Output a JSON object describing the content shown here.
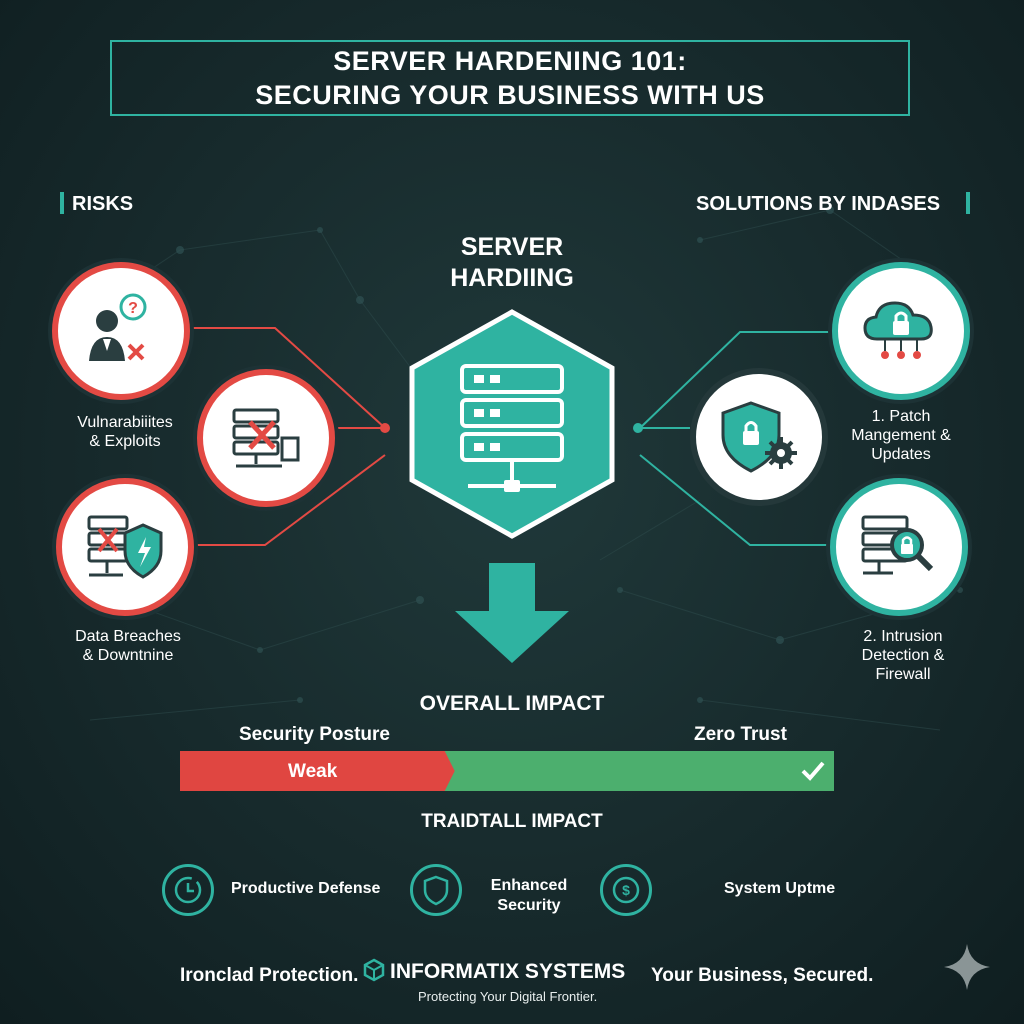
{
  "header": {
    "title_line1": "SERVER HARDENING 101:",
    "title_line2": "SECURING YOUR BUSINESS WITH US"
  },
  "risks": {
    "label": "RISKS",
    "items": [
      {
        "icon": "user-question-icon"
      },
      {
        "icon": "server-error-icon"
      },
      {
        "icon": "server-shield-icon"
      }
    ],
    "caption1_line1": "Vulnarabiiites",
    "caption1_line2": "& Exploits",
    "caption2_line1": "Data Breaches",
    "caption2_line2": "& Downtnine"
  },
  "center": {
    "line1": "SERVER",
    "line2": "HARDIING",
    "icon": "server-stack-icon",
    "arrow": "down-arrow-icon"
  },
  "solutions": {
    "label": "SOLUTIONS BY INDASES",
    "items": [
      {
        "icon": "cloud-lock-icon"
      },
      {
        "icon": "shield-gear-icon"
      },
      {
        "icon": "server-search-icon"
      }
    ],
    "caption1_line1": "1. Patch",
    "caption1_line2": "Mangement &",
    "caption1_line3": "Updates",
    "caption2_line1": "2. Intrusion",
    "caption2_line2": "Detection &",
    "caption2_line3": "Firewall"
  },
  "impact": {
    "title": "OVERALL IMPACT",
    "left_label": "Security Posture",
    "right_label": "Zero Trust",
    "weak_label": "Weak",
    "weak_fraction": 0.42,
    "check_icon": "check-icon",
    "subtitle": "TRAIDTALL IMPACT"
  },
  "benefits": [
    {
      "icon": "clock-icon",
      "label": "Productive Defense"
    },
    {
      "icon": "shield-icon",
      "label_line1": "Enhanced",
      "label_line2": "Security"
    },
    {
      "icon": "dollar-icon",
      "label": "System Uptme"
    }
  ],
  "footer": {
    "left": "Ironclad Protection.",
    "brand": "INFORMATIX SYSTEMS",
    "right": "Your Business, Secured.",
    "tagline": "Protecting Your Digital Frontier.",
    "logo_icon": "cube-logo-icon",
    "sparkle_icon": "sparkle-icon"
  },
  "colors": {
    "accent": "#2fb3a1",
    "danger": "#e34a44",
    "success": "#4caf6e",
    "background": "#172a2c"
  }
}
